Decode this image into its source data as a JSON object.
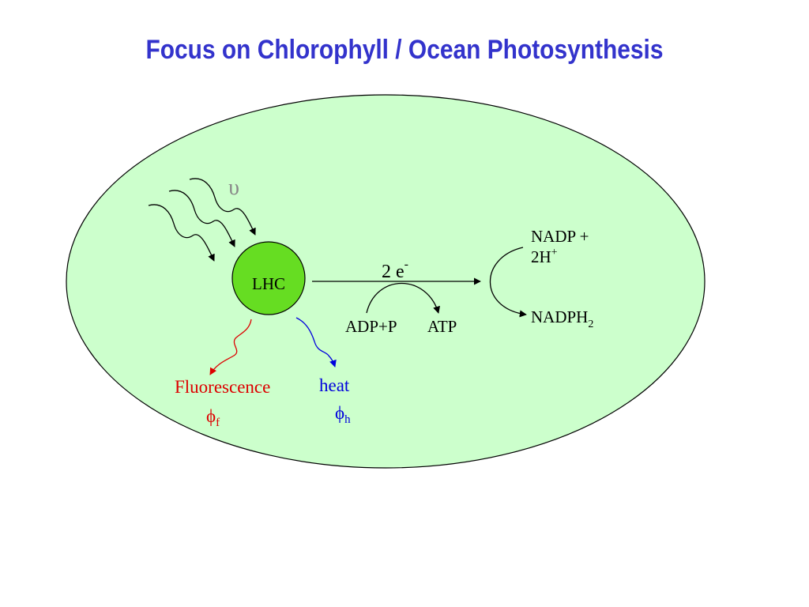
{
  "title": "Focus on Chlorophyll / Ocean Photosynthesis",
  "light": {
    "symbol": "υ"
  },
  "lhc": {
    "label": "LHC"
  },
  "electron_flow": {
    "label": "2 e",
    "superscript": "-"
  },
  "atp_synthesis": {
    "reactant": "ADP+P",
    "product": "ATP"
  },
  "nadp_reduction": {
    "reactant_line1": "NADP +",
    "reactant_line2": "2H",
    "reactant_line2_sup": "+",
    "product": "NADPH",
    "product_sub": "2"
  },
  "fluorescence": {
    "label": "Fluorescence",
    "symbol": "ϕ",
    "subscript": "f"
  },
  "heat": {
    "label": "heat",
    "symbol": "ϕ",
    "subscript": "h"
  },
  "colors": {
    "title": "#3333cc",
    "cell_fill": "#ccffcc",
    "lhc_fill": "#66dd22",
    "fluorescence": "#dd0000",
    "heat": "#0000dd",
    "light_symbol": "#888888"
  }
}
